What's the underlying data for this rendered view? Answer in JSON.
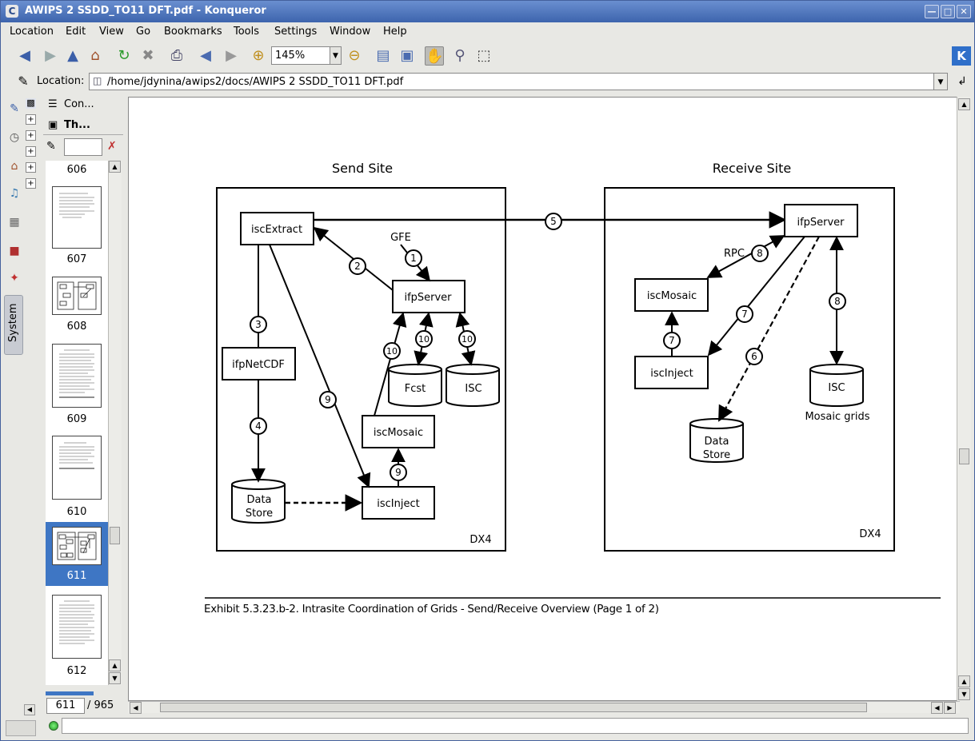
{
  "window": {
    "title": "AWIPS 2 SSDD_TO11 DFT.pdf - Konqueror",
    "app_icon_glyph": "C"
  },
  "menubar": {
    "items": [
      "Location",
      "Edit",
      "View",
      "Go",
      "Bookmarks",
      "Tools",
      "Settings",
      "Window",
      "Help"
    ]
  },
  "toolbar": {
    "zoom": "145%"
  },
  "location": {
    "label": "Location:",
    "path": "/home/jdynina/awips2/docs/AWIPS 2 SSDD_TO11 DFT.pdf"
  },
  "sidebar": {
    "tab_contents": "Con...",
    "tab_thumbnails": "Th...",
    "system_tab": "System",
    "thumbnails": [
      {
        "label": "606",
        "kind": "partial"
      },
      {
        "label": "607",
        "kind": "text"
      },
      {
        "label": "608",
        "kind": "diagram"
      },
      {
        "label": "609",
        "kind": "text"
      },
      {
        "label": "610",
        "kind": "text"
      },
      {
        "label": "611",
        "kind": "diagram",
        "selected": true
      },
      {
        "label": "612",
        "kind": "text"
      }
    ],
    "current_page": "611",
    "total_pages": "/ 965"
  },
  "diagram": {
    "send_title": "Send Site",
    "receive_title": "Receive Site",
    "send_box_label": "DX4",
    "receive_box_label": "DX4",
    "nodes": {
      "isc_extract": "iscExtract",
      "gfe": "GFE",
      "ifp_server_send": "ifpServer",
      "ifp_netcdf": "ifpNetCDF",
      "fcst": "Fcst",
      "isc_db_send": "ISC",
      "isc_mosaic_send": "iscMosaic",
      "data_store_send_1": "Data",
      "data_store_send_2": "Store",
      "isc_inject_send": "iscInject",
      "ifp_server_recv": "ifpServer",
      "rpc": "RPC",
      "isc_mosaic_recv": "iscMosaic",
      "isc_inject_recv": "iscInject",
      "data_store_recv_1": "Data",
      "data_store_recv_2": "Store",
      "isc_db_recv": "ISC",
      "mosaic_grids": "Mosaic grids"
    },
    "steps": [
      "1",
      "2",
      "3",
      "4",
      "5",
      "6",
      "7",
      "8",
      "9",
      "10"
    ],
    "caption": "Exhibit 5.3.23.b-2.  Intrasite Coordination of Grids - Send/Receive Overview (Page 1 of 2)"
  }
}
